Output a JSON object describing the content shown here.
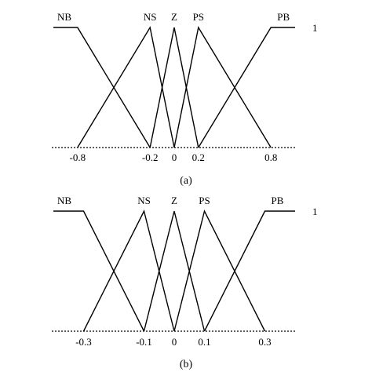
{
  "chart_data": [
    {
      "type": "line",
      "panel_caption": "(a)",
      "membership_label": "1",
      "xlim": [
        -1.0,
        1.0
      ],
      "ylim": [
        0,
        1
      ],
      "grid": false,
      "ticks": [
        {
          "value": -0.8,
          "label": "-0.8"
        },
        {
          "value": -0.2,
          "label": "-0.2"
        },
        {
          "value": 0,
          "label": "0"
        },
        {
          "value": 0.2,
          "label": "0.2"
        },
        {
          "value": 0.8,
          "label": "0.8"
        }
      ],
      "series": [
        {
          "name": "NB",
          "x": [
            -1.0,
            -0.8,
            -0.2
          ],
          "y": [
            1,
            1,
            0
          ]
        },
        {
          "name": "NS",
          "x": [
            -0.8,
            -0.2,
            0
          ],
          "y": [
            0,
            1,
            0
          ]
        },
        {
          "name": "Z",
          "x": [
            -0.2,
            0,
            0.2
          ],
          "y": [
            0,
            1,
            0
          ]
        },
        {
          "name": "PS",
          "x": [
            0,
            0.2,
            0.8
          ],
          "y": [
            0,
            1,
            0
          ]
        },
        {
          "name": "PB",
          "x": [
            0.2,
            0.8,
            1.0
          ],
          "y": [
            0,
            1,
            1
          ]
        }
      ]
    },
    {
      "type": "line",
      "panel_caption": "(b)",
      "membership_label": "1",
      "xlim": [
        -0.4,
        0.4
      ],
      "ylim": [
        0,
        1
      ],
      "grid": false,
      "ticks": [
        {
          "value": -0.3,
          "label": "-0.3"
        },
        {
          "value": -0.1,
          "label": "-0.1"
        },
        {
          "value": 0,
          "label": "0"
        },
        {
          "value": 0.1,
          "label": "0.1"
        },
        {
          "value": 0.3,
          "label": "0.3"
        }
      ],
      "series": [
        {
          "name": "NB",
          "x": [
            -0.4,
            -0.3,
            -0.1
          ],
          "y": [
            1,
            1,
            0
          ]
        },
        {
          "name": "NS",
          "x": [
            -0.3,
            -0.1,
            0
          ],
          "y": [
            0,
            1,
            0
          ]
        },
        {
          "name": "Z",
          "x": [
            -0.1,
            0,
            0.1
          ],
          "y": [
            0,
            1,
            0
          ]
        },
        {
          "name": "PS",
          "x": [
            0,
            0.1,
            0.3
          ],
          "y": [
            0,
            1,
            0
          ]
        },
        {
          "name": "PB",
          "x": [
            0.1,
            0.3,
            0.4
          ],
          "y": [
            0,
            1,
            1
          ]
        }
      ]
    }
  ]
}
